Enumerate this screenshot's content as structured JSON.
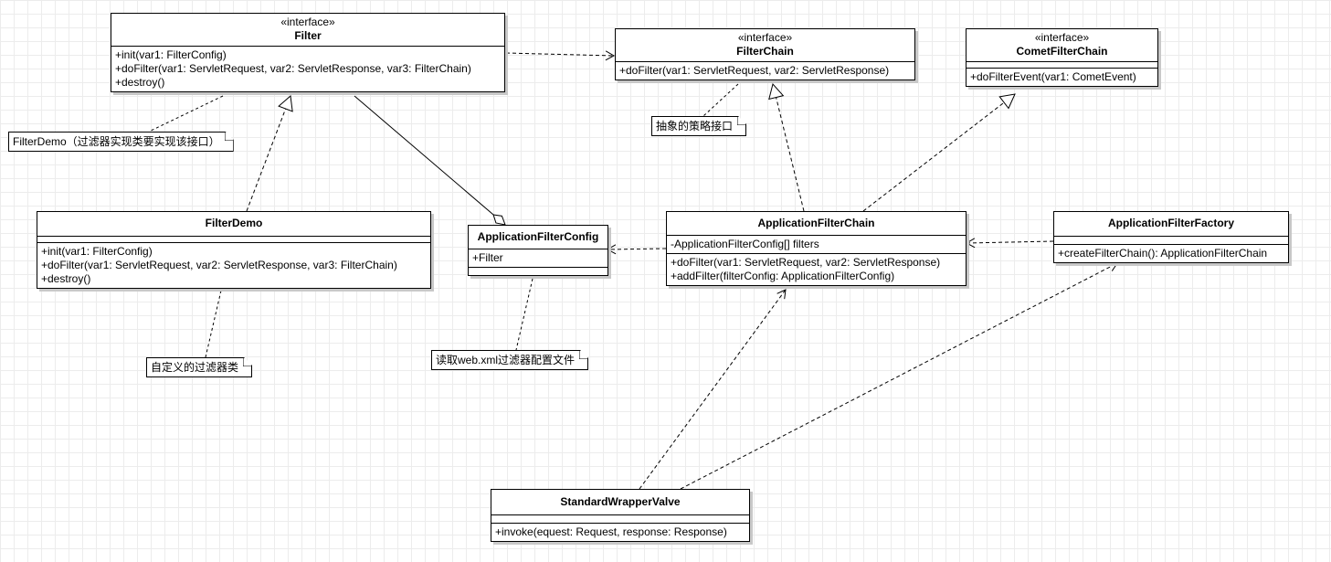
{
  "classes": {
    "filter": {
      "stereotype": "«interface»",
      "name": "Filter",
      "attributes": [],
      "operations": [
        "+init(var1: FilterConfig)",
        "+doFilter(var1: ServletRequest, var2: ServletResponse, var3: FilterChain)",
        "+destroy()"
      ]
    },
    "filter_chain": {
      "stereotype": "«interface»",
      "name": "FilterChain",
      "attributes": [],
      "operations": [
        "+doFilter(var1: ServletRequest, var2: ServletResponse)"
      ]
    },
    "comet_filter_chain": {
      "stereotype": "«interface»",
      "name": "CometFilterChain",
      "attributes": [],
      "operations": [
        "+doFilterEvent(var1: CometEvent)"
      ]
    },
    "filter_demo": {
      "name": "FilterDemo",
      "attributes": [],
      "operations": [
        "+init(var1: FilterConfig)",
        "+doFilter(var1: ServletRequest, var2: ServletResponse, var3: FilterChain)",
        "+destroy()"
      ]
    },
    "application_filter_config": {
      "name": "ApplicationFilterConfig",
      "attributes": [
        "+Filter"
      ],
      "operations": []
    },
    "application_filter_chain": {
      "name": "ApplicationFilterChain",
      "attributes": [
        "-ApplicationFilterConfig[] filters"
      ],
      "operations": [
        "+doFilter(var1: ServletRequest, var2: ServletResponse)",
        "+addFilter(filterConfig: ApplicationFilterConfig)"
      ]
    },
    "application_filter_factory": {
      "name": "ApplicationFilterFactory",
      "attributes": [],
      "operations": [
        "+createFilterChain(): ApplicationFilterChain"
      ]
    },
    "standard_wrapper_valve": {
      "name": "StandardWrapperValve",
      "attributes": [],
      "operations": [
        "+invoke(equest: Request, response: Response)"
      ]
    }
  },
  "notes": {
    "filter_note": "FilterDemo（过滤器实现类要实现该接口）",
    "filter_chain_note": "抽象的策略接口",
    "filter_demo_note": "自定义的过滤器类",
    "config_note": "读取web.xml过滤器配置文件"
  }
}
